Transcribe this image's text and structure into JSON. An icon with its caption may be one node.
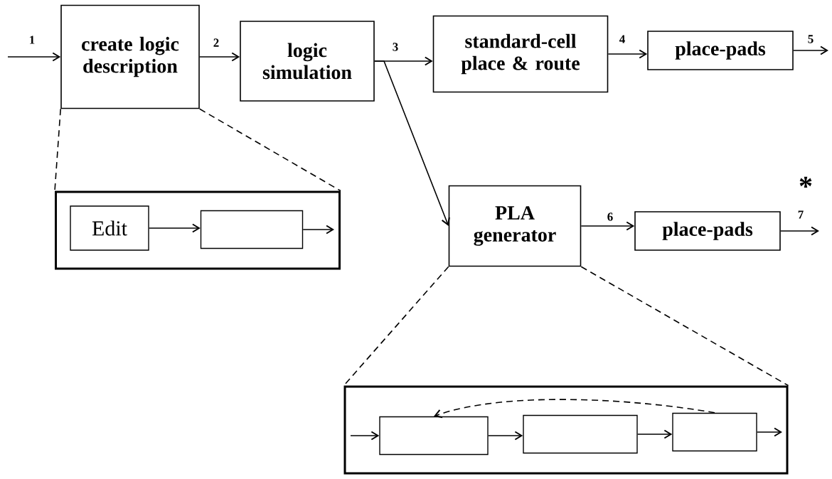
{
  "diagram": {
    "nodes": [
      {
        "text": [
          "create logic description"
        ]
      },
      {
        "text": [
          "logic simulation"
        ]
      },
      {
        "text": [
          "standard-cell place & route"
        ]
      },
      {
        "text": [
          "place-pads"
        ]
      },
      {
        "text": [],
        "shape": "box"
      },
      {
        "text": [
          "Edit"
        ],
        "in": 4
      },
      {
        "text": [],
        "shape": "box",
        "in": 4
      },
      {
        "text": [
          "PLA generator"
        ]
      },
      {
        "text": [
          "place-pads"
        ]
      },
      {
        "text": [],
        "shape": "box"
      },
      {
        "text": [],
        "shape": "box",
        "in": 9
      },
      {
        "text": [],
        "shape": "box",
        "in": 9
      },
      {
        "text": [],
        "shape": "box",
        "in": 9
      }
    ],
    "edges": [
      {
        "from": null,
        "to": 0,
        "arrow": "to",
        "label": "1"
      },
      {
        "from": 0,
        "to": 1,
        "arrow": "to",
        "label": "2"
      },
      {
        "from": 1,
        "to": 2,
        "arrow": "to",
        "label": "3"
      },
      {
        "from": 1,
        "to": 7,
        "arrow": "to"
      },
      {
        "from": 2,
        "to": 3,
        "arrow": "to",
        "label": "4"
      },
      {
        "from": 3,
        "to": null,
        "arrow": "to",
        "label": "5"
      },
      {
        "from": 7,
        "to": 8,
        "arrow": "to",
        "label": "6"
      },
      {
        "from": 8,
        "to": null,
        "arrow": "to",
        "label": "7"
      },
      {
        "from": 0,
        "to": 4,
        "arrow": "none",
        "style": "dashed"
      },
      {
        "from": 0,
        "to": 4,
        "arrow": "none",
        "style": "dashed"
      },
      {
        "from": 5,
        "to": 6,
        "arrow": "to"
      },
      {
        "from": 6,
        "to": null,
        "arrow": "to"
      },
      {
        "from": 7,
        "to": 9,
        "arrow": "none",
        "style": "dashed"
      },
      {
        "from": 7,
        "to": 9,
        "arrow": "none",
        "style": "dashed"
      },
      {
        "from": null,
        "to": 10,
        "arrow": "to"
      },
      {
        "from": 10,
        "to": 11,
        "arrow": "to"
      },
      {
        "from": 11,
        "to": 12,
        "arrow": "to"
      },
      {
        "from": 12,
        "to": null,
        "arrow": "to"
      },
      {
        "from": 12,
        "to": 10,
        "arrow": "to",
        "style": "dashed"
      }
    ],
    "labels": [
      "*"
    ]
  }
}
